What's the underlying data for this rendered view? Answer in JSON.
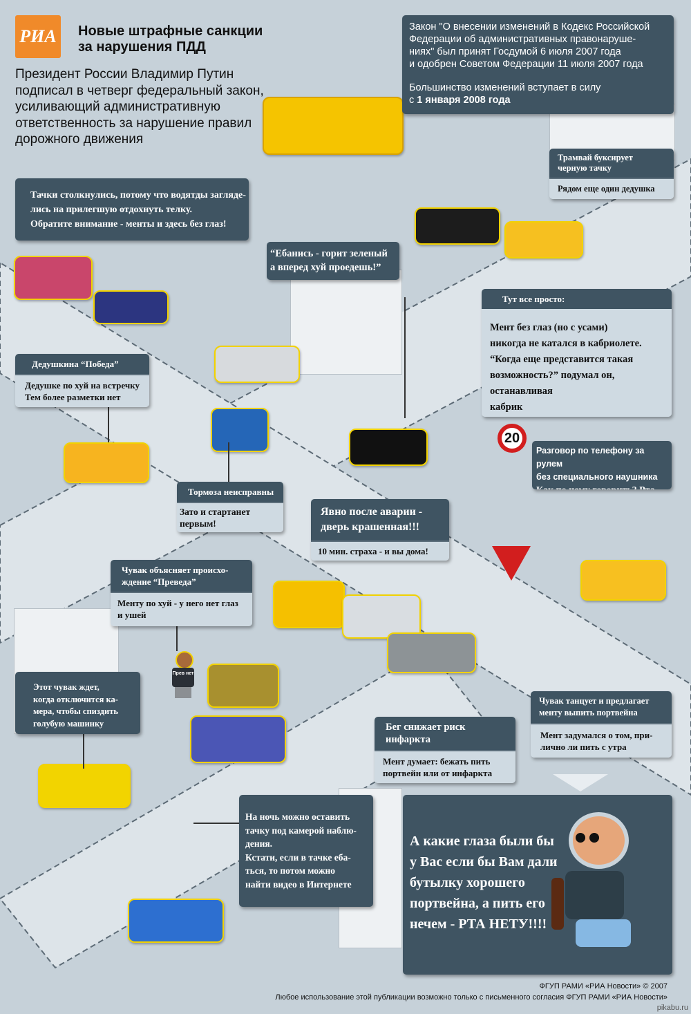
{
  "header": {
    "logo_text": "РИА",
    "title_lines": [
      "Новые штрафные санкции",
      "за нарушения ПДД"
    ],
    "intro_lines": [
      "Президент России Владимир Путин",
      "подписал в четверг федеральный закон,",
      "усиливающий административную",
      "ответственность за нарушение правил",
      "дорожного движения"
    ]
  },
  "law_box": {
    "lines": [
      "Закон \"О внесении изменений в Кодекс Российской",
      "Федерации об административных правонаруше-",
      "ниях\" был принят Госдумой 6 июля 2007 года",
      "и одобрен Советом Федерации 11 июля 2007 года"
    ],
    "effective_prefix": "Большинство изменений вступает в силу",
    "effective_c": "с",
    "effective_date": "1 января 2008 года"
  },
  "callouts": {
    "tram": {
      "head": [
        "Трамвай буксирует",
        "черную тачку"
      ],
      "body": [
        "Рядом еще один дедушка"
      ]
    },
    "crash": {
      "lines": [
        "Тачки столкнулись, потому что водятды загляде-",
        "лись на прилегшую отдохнуть телку.",
        "Обратите внимание - менты и здесь без глаз!"
      ]
    },
    "green": {
      "lines": [
        "“Ебанись - горит зеленый",
        "а вперед хуй проедешь!”"
      ]
    },
    "simple": {
      "head": [
        "Тут все просто:"
      ],
      "body": [
        "Мент без глаз (но с усами)",
        "никогда не катался в кабриолете.",
        "“Когда еще представится такая",
        "возможность?” подумал он, останавливая",
        "кабрик"
      ]
    },
    "pobeda": {
      "head": [
        "Дедушкина “Победа”"
      ],
      "body": [
        "Дедушке по хуй на встречку",
        "Тем более разметки нет"
      ]
    },
    "phone": {
      "lines": [
        "Разговор по телефону за рулем",
        "без специального наушника"
      ],
      "extra": "Как по нему говорить? Рта нет!"
    },
    "brakes": {
      "head": [
        "Тормоза неисправны"
      ],
      "body": [
        "Зато и стартанет первым!"
      ]
    },
    "door": {
      "head": [
        "Явно после аварии -",
        "дверь крашенная!!!"
      ],
      "body": [
        "10 мин. страха - и вы дома!"
      ]
    },
    "preved": {
      "head": [
        "Чувак объясняет происхо-",
        "ждение “Преведа”"
      ],
      "body": [
        "Менту по хуй - у него нет глаз",
        "и ушей"
      ]
    },
    "camera_wait": {
      "lines": [
        "Этот чувак ждет,",
        "когда отключится ка-",
        "мера, чтобы спиздить",
        "голубую машинку"
      ]
    },
    "dance": {
      "head": [
        "Чувак танцует и предлагает",
        "менту выпить портвейна"
      ],
      "body": [
        "Мент задумался о том, при-",
        "лично ли пить с утра"
      ]
    },
    "run": {
      "head": [
        "Бег снижает риск",
        "инфаркта"
      ],
      "body": [
        "Мент думает: бежать пить",
        "портвейн или от инфаркта"
      ]
    },
    "night": {
      "lines": [
        "На ночь можно оставить",
        "тачку под камерой наблю-",
        "дения.",
        "Кстати, если в тачке еба-",
        "ться, то потом можно",
        "найти видео в Интернете"
      ]
    },
    "final": {
      "lines": [
        "А какие глаза были бы",
        "у Вас если бы Вам дали",
        "бутылку хорошего",
        "портвейна, а пить его",
        "нечем - РТА НЕТУ!!!!"
      ]
    }
  },
  "signs": {
    "speed_limit": "20",
    "tshirt": "Прев нет"
  },
  "footer": {
    "copyright": "ФГУП РАМИ «РИА Новости» © 2007",
    "notice": "Любое использование этой публикации возможно только с письменного согласия  ФГУП РАМИ «РИА Новости»",
    "watermark": "pikabu.ru"
  },
  "colors": {
    "logo": "#f08a2a",
    "box_dark": "#3f5462",
    "box_light": "#cfdae2"
  }
}
